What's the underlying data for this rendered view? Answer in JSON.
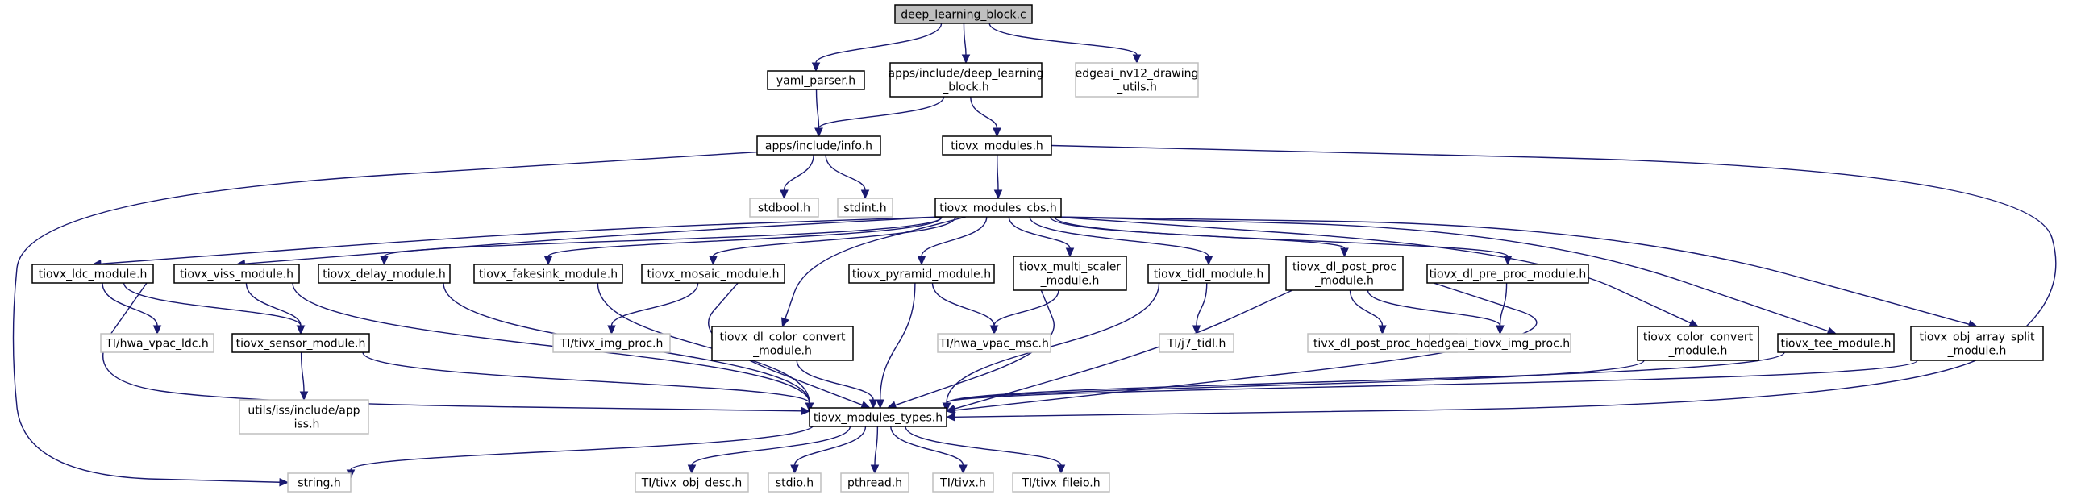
{
  "colors": {
    "edge": "#191970",
    "main_fill": "#bfbfbf",
    "node_border": "#000000",
    "external_border": "#bfbfbf",
    "background": "#ffffff"
  },
  "nodes": [
    {
      "id": "deep_learning_block_c",
      "lines": [
        "deep_learning_block.c"
      ],
      "kind": "main"
    },
    {
      "id": "yaml_parser_h",
      "lines": [
        "yaml_parser.h"
      ],
      "kind": "local"
    },
    {
      "id": "apps_deep_learning_block_h",
      "lines": [
        "apps/include/deep_learning",
        "_block.h"
      ],
      "kind": "local"
    },
    {
      "id": "edgeai_nv12_drawing_utils_h",
      "lines": [
        "edgeai_nv12_drawing",
        "_utils.h"
      ],
      "kind": "external"
    },
    {
      "id": "apps_info_h",
      "lines": [
        "apps/include/info.h"
      ],
      "kind": "local"
    },
    {
      "id": "tiovx_modules_h",
      "lines": [
        "tiovx_modules.h"
      ],
      "kind": "local"
    },
    {
      "id": "stdbool_h",
      "lines": [
        "stdbool.h"
      ],
      "kind": "external"
    },
    {
      "id": "stdint_h",
      "lines": [
        "stdint.h"
      ],
      "kind": "external"
    },
    {
      "id": "tiovx_modules_cbs_h",
      "lines": [
        "tiovx_modules_cbs.h"
      ],
      "kind": "local"
    },
    {
      "id": "tiovx_ldc_module_h",
      "lines": [
        "tiovx_ldc_module.h"
      ],
      "kind": "local"
    },
    {
      "id": "tiovx_viss_module_h",
      "lines": [
        "tiovx_viss_module.h"
      ],
      "kind": "local"
    },
    {
      "id": "tiovx_delay_module_h",
      "lines": [
        "tiovx_delay_module.h"
      ],
      "kind": "local"
    },
    {
      "id": "tiovx_fakesink_module_h",
      "lines": [
        "tiovx_fakesink_module.h"
      ],
      "kind": "local"
    },
    {
      "id": "tiovx_mosaic_module_h",
      "lines": [
        "tiovx_mosaic_module.h"
      ],
      "kind": "local"
    },
    {
      "id": "tiovx_pyramid_module_h",
      "lines": [
        "tiovx_pyramid_module.h"
      ],
      "kind": "local"
    },
    {
      "id": "tiovx_multi_scaler_module_h",
      "lines": [
        "tiovx_multi_scaler",
        "_module.h"
      ],
      "kind": "local"
    },
    {
      "id": "tiovx_tidl_module_h",
      "lines": [
        "tiovx_tidl_module.h"
      ],
      "kind": "local"
    },
    {
      "id": "tiovx_dl_post_proc_module_h",
      "lines": [
        "tiovx_dl_post_proc",
        "_module.h"
      ],
      "kind": "local"
    },
    {
      "id": "tiovx_dl_pre_proc_module_h",
      "lines": [
        "tiovx_dl_pre_proc_module.h"
      ],
      "kind": "local"
    },
    {
      "id": "ti_hwa_vpac_ldc_h",
      "lines": [
        "TI/hwa_vpac_ldc.h"
      ],
      "kind": "external"
    },
    {
      "id": "tiovx_sensor_module_h",
      "lines": [
        "tiovx_sensor_module.h"
      ],
      "kind": "local"
    },
    {
      "id": "ti_tivx_img_proc_h",
      "lines": [
        "TI/tivx_img_proc.h"
      ],
      "kind": "external"
    },
    {
      "id": "tiovx_dl_color_convert_module_h",
      "lines": [
        "tiovx_dl_color_convert",
        "_module.h"
      ],
      "kind": "local"
    },
    {
      "id": "ti_hwa_vpac_msc_h",
      "lines": [
        "TI/hwa_vpac_msc.h"
      ],
      "kind": "external"
    },
    {
      "id": "ti_j7_tidl_h",
      "lines": [
        "TI/j7_tidl.h"
      ],
      "kind": "external"
    },
    {
      "id": "tivx_dl_post_proc_host_h",
      "lines": [
        "tivx_dl_post_proc_host.h"
      ],
      "kind": "external"
    },
    {
      "id": "edgeai_tiovx_img_proc_h",
      "lines": [
        "edgeai_tiovx_img_proc.h"
      ],
      "kind": "external"
    },
    {
      "id": "tiovx_color_convert_module_h",
      "lines": [
        "tiovx_color_convert",
        "_module.h"
      ],
      "kind": "local"
    },
    {
      "id": "tiovx_tee_module_h",
      "lines": [
        "tiovx_tee_module.h"
      ],
      "kind": "local"
    },
    {
      "id": "tiovx_obj_array_split_module_h",
      "lines": [
        "tiovx_obj_array_split",
        "_module.h"
      ],
      "kind": "local"
    },
    {
      "id": "utils_iss_app_iss_h",
      "lines": [
        "utils/iss/include/app",
        "_iss.h"
      ],
      "kind": "external"
    },
    {
      "id": "tiovx_modules_types_h",
      "lines": [
        "tiovx_modules_types.h"
      ],
      "kind": "local"
    },
    {
      "id": "string_h",
      "lines": [
        "string.h"
      ],
      "kind": "external"
    },
    {
      "id": "ti_tivx_obj_desc_h",
      "lines": [
        "TI/tivx_obj_desc.h"
      ],
      "kind": "external"
    },
    {
      "id": "stdio_h",
      "lines": [
        "stdio.h"
      ],
      "kind": "external"
    },
    {
      "id": "pthread_h",
      "lines": [
        "pthread.h"
      ],
      "kind": "external"
    },
    {
      "id": "ti_tivx_h",
      "lines": [
        "TI/tivx.h"
      ],
      "kind": "external"
    },
    {
      "id": "ti_tivx_fileio_h",
      "lines": [
        "TI/tivx_fileio.h"
      ],
      "kind": "external"
    }
  ],
  "edges": [
    {
      "from": "deep_learning_block_c",
      "to": "yaml_parser_h"
    },
    {
      "from": "deep_learning_block_c",
      "to": "apps_deep_learning_block_h"
    },
    {
      "from": "deep_learning_block_c",
      "to": "edgeai_nv12_drawing_utils_h"
    },
    {
      "from": "yaml_parser_h",
      "to": "apps_info_h"
    },
    {
      "from": "apps_deep_learning_block_h",
      "to": "apps_info_h"
    },
    {
      "from": "apps_deep_learning_block_h",
      "to": "tiovx_modules_h"
    },
    {
      "from": "apps_info_h",
      "to": "stdbool_h"
    },
    {
      "from": "apps_info_h",
      "to": "stdint_h"
    },
    {
      "from": "apps_info_h",
      "to": "string_h"
    },
    {
      "from": "tiovx_modules_h",
      "to": "tiovx_modules_cbs_h"
    },
    {
      "from": "tiovx_modules_h",
      "to": "tiovx_modules_types_h"
    },
    {
      "from": "tiovx_modules_cbs_h",
      "to": "tiovx_ldc_module_h"
    },
    {
      "from": "tiovx_modules_cbs_h",
      "to": "tiovx_viss_module_h"
    },
    {
      "from": "tiovx_modules_cbs_h",
      "to": "tiovx_delay_module_h"
    },
    {
      "from": "tiovx_modules_cbs_h",
      "to": "tiovx_fakesink_module_h"
    },
    {
      "from": "tiovx_modules_cbs_h",
      "to": "tiovx_mosaic_module_h"
    },
    {
      "from": "tiovx_modules_cbs_h",
      "to": "tiovx_dl_color_convert_module_h"
    },
    {
      "from": "tiovx_modules_cbs_h",
      "to": "tiovx_pyramid_module_h"
    },
    {
      "from": "tiovx_modules_cbs_h",
      "to": "tiovx_multi_scaler_module_h"
    },
    {
      "from": "tiovx_modules_cbs_h",
      "to": "tiovx_tidl_module_h"
    },
    {
      "from": "tiovx_modules_cbs_h",
      "to": "tiovx_dl_post_proc_module_h"
    },
    {
      "from": "tiovx_modules_cbs_h",
      "to": "tiovx_dl_pre_proc_module_h"
    },
    {
      "from": "tiovx_modules_cbs_h",
      "to": "tiovx_color_convert_module_h"
    },
    {
      "from": "tiovx_modules_cbs_h",
      "to": "tiovx_tee_module_h"
    },
    {
      "from": "tiovx_modules_cbs_h",
      "to": "tiovx_obj_array_split_module_h"
    },
    {
      "from": "tiovx_ldc_module_h",
      "to": "ti_hwa_vpac_ldc_h"
    },
    {
      "from": "tiovx_ldc_module_h",
      "to": "tiovx_sensor_module_h"
    },
    {
      "from": "tiovx_ldc_module_h",
      "to": "tiovx_modules_types_h"
    },
    {
      "from": "tiovx_viss_module_h",
      "to": "tiovx_sensor_module_h"
    },
    {
      "from": "tiovx_viss_module_h",
      "to": "tiovx_modules_types_h"
    },
    {
      "from": "tiovx_delay_module_h",
      "to": "tiovx_modules_types_h"
    },
    {
      "from": "tiovx_fakesink_module_h",
      "to": "tiovx_modules_types_h"
    },
    {
      "from": "tiovx_mosaic_module_h",
      "to": "ti_tivx_img_proc_h"
    },
    {
      "from": "tiovx_mosaic_module_h",
      "to": "tiovx_modules_types_h"
    },
    {
      "from": "tiovx_dl_color_convert_module_h",
      "to": "tiovx_modules_types_h"
    },
    {
      "from": "tiovx_pyramid_module_h",
      "to": "ti_hwa_vpac_msc_h"
    },
    {
      "from": "tiovx_pyramid_module_h",
      "to": "tiovx_modules_types_h"
    },
    {
      "from": "tiovx_multi_scaler_module_h",
      "to": "ti_hwa_vpac_msc_h"
    },
    {
      "from": "tiovx_multi_scaler_module_h",
      "to": "tiovx_modules_types_h"
    },
    {
      "from": "tiovx_tidl_module_h",
      "to": "ti_j7_tidl_h"
    },
    {
      "from": "tiovx_tidl_module_h",
      "to": "tiovx_modules_types_h"
    },
    {
      "from": "tiovx_dl_post_proc_module_h",
      "to": "tivx_dl_post_proc_host_h"
    },
    {
      "from": "tiovx_dl_post_proc_module_h",
      "to": "edgeai_tiovx_img_proc_h"
    },
    {
      "from": "tiovx_dl_post_proc_module_h",
      "to": "tiovx_modules_types_h"
    },
    {
      "from": "tiovx_dl_pre_proc_module_h",
      "to": "edgeai_tiovx_img_proc_h"
    },
    {
      "from": "tiovx_dl_pre_proc_module_h",
      "to": "tiovx_modules_types_h"
    },
    {
      "from": "tiovx_color_convert_module_h",
      "to": "tiovx_modules_types_h"
    },
    {
      "from": "tiovx_tee_module_h",
      "to": "tiovx_modules_types_h"
    },
    {
      "from": "tiovx_obj_array_split_module_h",
      "to": "tiovx_modules_types_h"
    },
    {
      "from": "tiovx_sensor_module_h",
      "to": "utils_iss_app_iss_h"
    },
    {
      "from": "tiovx_sensor_module_h",
      "to": "tiovx_modules_types_h"
    },
    {
      "from": "tiovx_modules_types_h",
      "to": "string_h"
    },
    {
      "from": "tiovx_modules_types_h",
      "to": "ti_tivx_obj_desc_h"
    },
    {
      "from": "tiovx_modules_types_h",
      "to": "stdio_h"
    },
    {
      "from": "tiovx_modules_types_h",
      "to": "pthread_h"
    },
    {
      "from": "tiovx_modules_types_h",
      "to": "ti_tivx_h"
    },
    {
      "from": "tiovx_modules_types_h",
      "to": "ti_tivx_fileio_h"
    }
  ]
}
